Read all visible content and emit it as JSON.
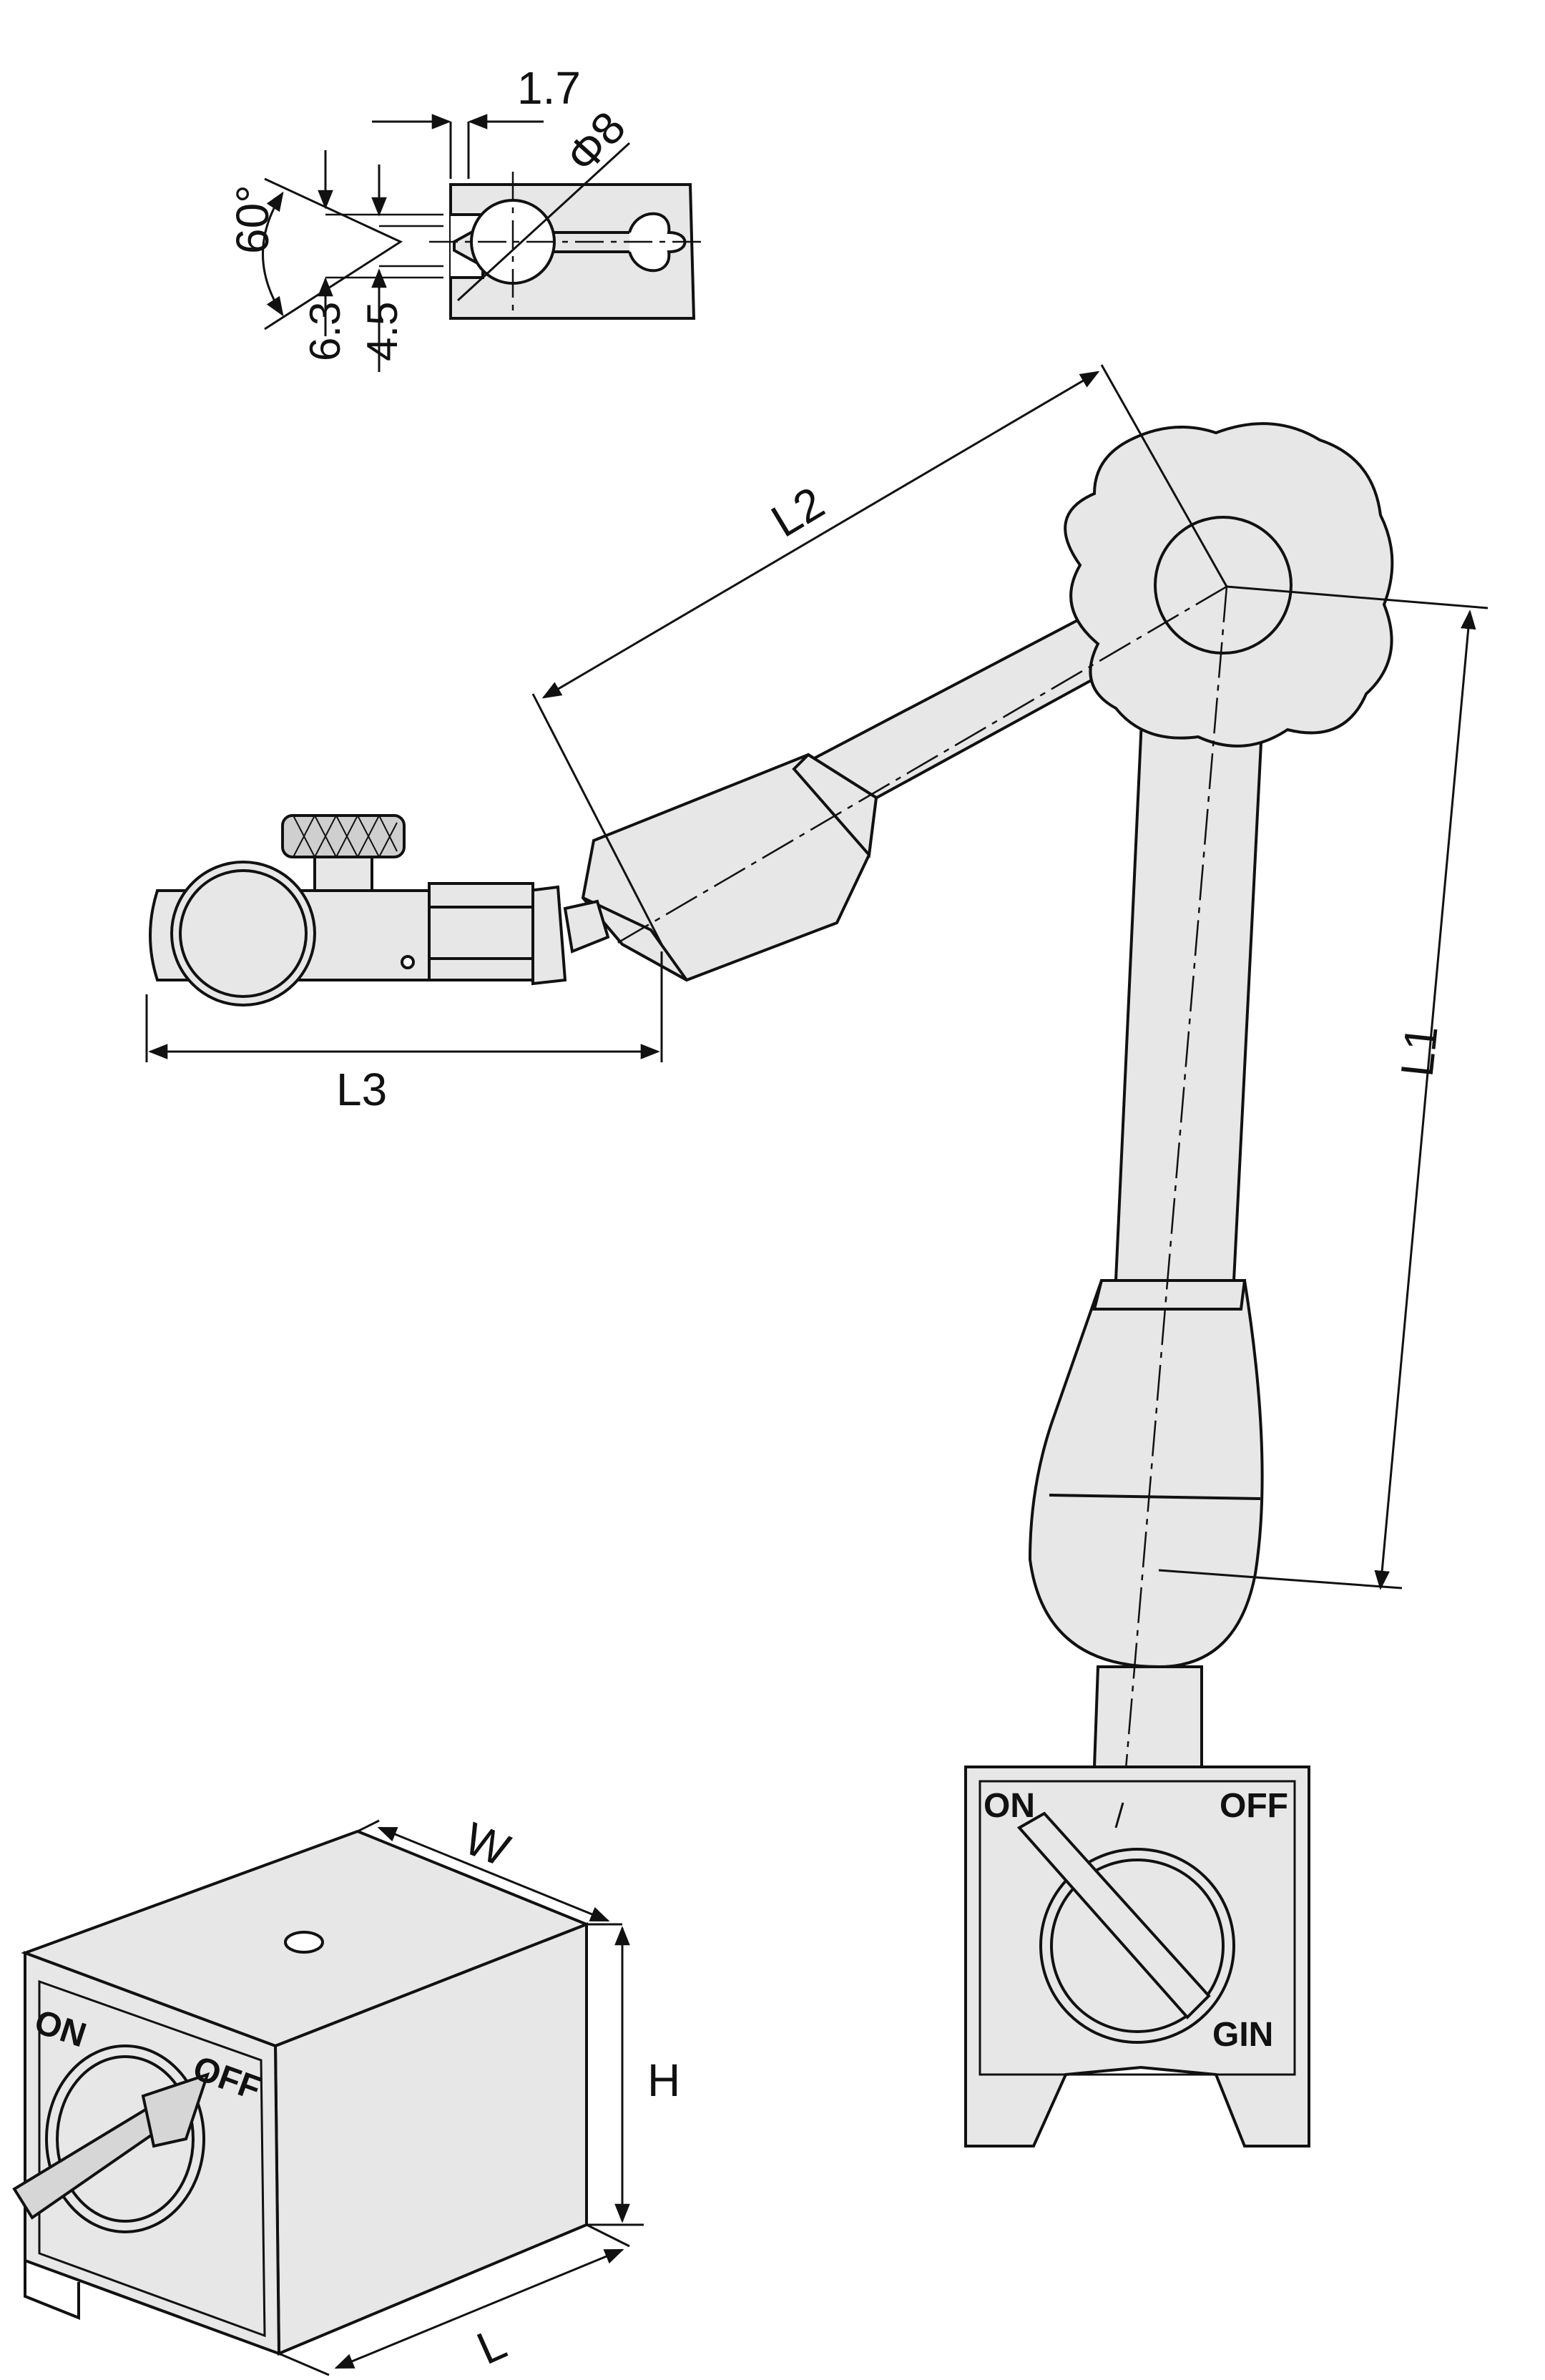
{
  "colors": {
    "part_fill": "#e7e7e7",
    "line": "#111111",
    "background": "#ffffff"
  },
  "detail": {
    "gap": "1.7",
    "bore": "Φ8",
    "angle": "60°",
    "height_outer": "6.3",
    "height_inner": "4.5"
  },
  "arm": {
    "l1": "L1",
    "l2": "L2",
    "l3": "L3"
  },
  "base_front": {
    "on": "ON",
    "off": "OFF",
    "brand": "GIN"
  },
  "base_iso": {
    "on": "ON",
    "off": "OFF",
    "w": "W",
    "h": "H",
    "l": "L"
  }
}
